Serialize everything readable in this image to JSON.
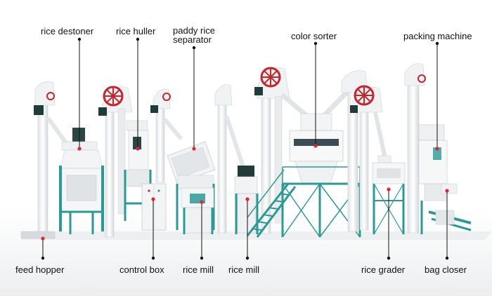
{
  "labels": {
    "rice_destoner": "rice destoner",
    "rice_huller": "rice huller",
    "paddy_separator_line1": "paddy rice",
    "paddy_separator_line2": "separator",
    "color_sorter": "color sorter",
    "packing_machine": "packing machine",
    "feed_hopper": "feed hopper",
    "control_box": "control box",
    "rice_mill_1": "rice mill",
    "rice_mill_2": "rice mill",
    "rice_grader": "rice grader",
    "bag_closer": "bag closer"
  },
  "colors": {
    "machine_white": "#f2f3f4",
    "teal_frame": "#2a9a96",
    "red_pulley": "#c8242c",
    "dark_motor": "#1f3b3a",
    "leader_line": "#111111",
    "marker_red": "#e0262e"
  }
}
